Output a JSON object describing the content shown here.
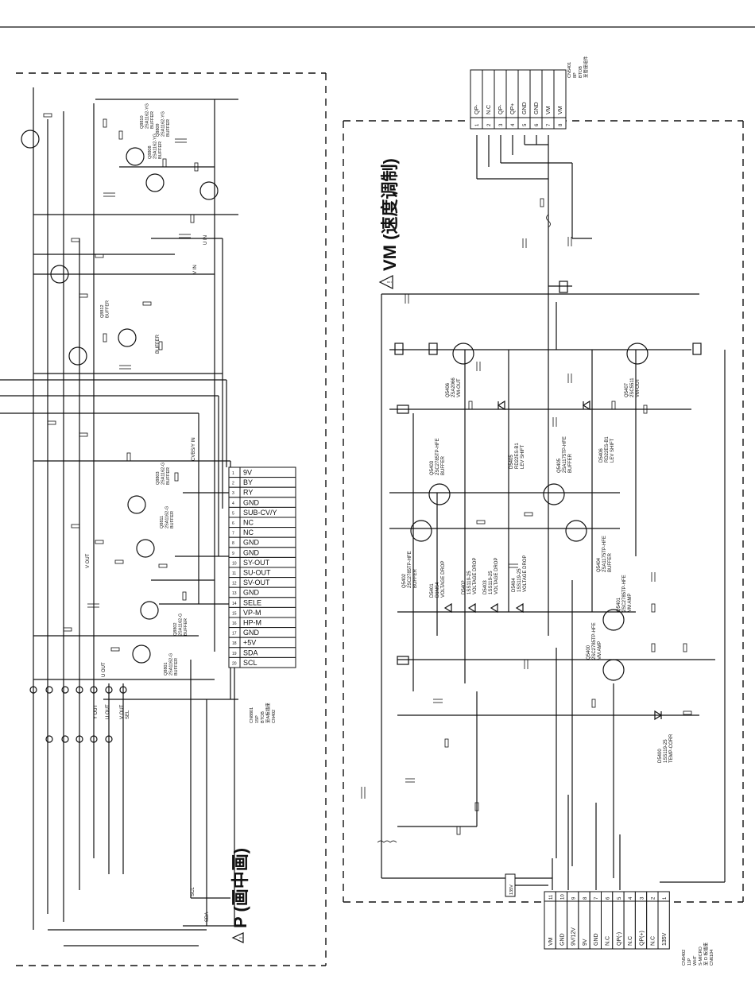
{
  "sections": {
    "left_title": "P (画中画)",
    "right_title": "VM (速度调制)"
  },
  "connector_left": {
    "name": "CN8801",
    "caption": "CN8801\n15P\nBTOB\n至A板插座\nCN402",
    "pins": [
      {
        "num": "1",
        "label": "9V"
      },
      {
        "num": "2",
        "label": "BY"
      },
      {
        "num": "3",
        "label": "RY"
      },
      {
        "num": "4",
        "label": "GND"
      },
      {
        "num": "5",
        "label": "SUB-CV/Y"
      },
      {
        "num": "6",
        "label": "NC"
      },
      {
        "num": "7",
        "label": "NC"
      },
      {
        "num": "8",
        "label": "GND"
      },
      {
        "num": "9",
        "label": "GND"
      },
      {
        "num": "10",
        "label": "SY-OUT"
      },
      {
        "num": "11",
        "label": "SU-OUT"
      },
      {
        "num": "12",
        "label": "SV-OUT"
      },
      {
        "num": "13",
        "label": "GND"
      },
      {
        "num": "14",
        "label": "SELE"
      },
      {
        "num": "15",
        "label": "VP-M"
      },
      {
        "num": "16",
        "label": "HP-M"
      },
      {
        "num": "17",
        "label": "GND"
      },
      {
        "num": "18",
        "label": "+5V"
      },
      {
        "num": "19",
        "label": "SDA"
      },
      {
        "num": "20",
        "label": "SCL"
      }
    ]
  },
  "connector_top": {
    "name": "CN5401",
    "caption": "CN5401\n8P\nBTOB\n至管座组件",
    "pins": [
      {
        "num": "1",
        "label": "QP-"
      },
      {
        "num": "2",
        "label": "N.C"
      },
      {
        "num": "3",
        "label": "QP-"
      },
      {
        "num": "4",
        "label": "QP+"
      },
      {
        "num": "5",
        "label": "GND"
      },
      {
        "num": "6",
        "label": "GND"
      },
      {
        "num": "7",
        "label": "VM"
      },
      {
        "num": "8",
        "label": "VM"
      }
    ]
  },
  "connector_bottom": {
    "name": "CN5402",
    "caption": "CN5402\n11P\nWHT\nS-MICRO\n至 D 板插座\nCN6104",
    "pins": [
      {
        "num": "11",
        "label": "VM"
      },
      {
        "num": "10",
        "label": "GND"
      },
      {
        "num": "9",
        "label": "9V/12V"
      },
      {
        "num": "8",
        "label": "9V"
      },
      {
        "num": "7",
        "label": "GND"
      },
      {
        "num": "6",
        "label": "N.C"
      },
      {
        "num": "5",
        "label": "QP(-)"
      },
      {
        "num": "4",
        "label": "N.C"
      },
      {
        "num": "3",
        "label": "QP(+)"
      },
      {
        "num": "2",
        "label": "N.C"
      },
      {
        "num": "1",
        "label": "135V"
      }
    ]
  },
  "supply_tag": "135V",
  "left_signals": [
    "U OUT",
    "V OUT",
    "CVBS/Y IN",
    "SDA",
    "SCL",
    "V IN",
    "U IN",
    "BUFFER",
    "Y OUT",
    "U OUT",
    "V OUT",
    "SEL"
  ],
  "vm_components": [
    {
      "ref": "Q5406",
      "text": "Q5406\n2SA2066\nVM-OUT"
    },
    {
      "ref": "Q5407",
      "text": "Q5407\n2SC5511\nVM-OUT"
    },
    {
      "ref": "Q5403",
      "text": "Q5403\n2SC2785TP-HFE\nBUFFER"
    },
    {
      "ref": "Q5405",
      "text": "Q5405\n2SA1175TP-HFE\nBUFFER"
    },
    {
      "ref": "Q5402",
      "text": "Q5402\n2SC2785TP-HFE\nBUFFER"
    },
    {
      "ref": "Q5404",
      "text": "Q5404\n2SA1175TP-HFE\nBUFFER"
    },
    {
      "ref": "Q5401",
      "text": "Q5401\n2SC2785TP-HFE\nVM AMP"
    },
    {
      "ref": "Q5400",
      "text": "Q5400\n2SC2785TP-HFE\nVM AMP"
    },
    {
      "ref": "D5401",
      "text": "D5401\nD1NS4\nVOLTAGE DROP"
    },
    {
      "ref": "D5402",
      "text": "D5402\n1SS119-25\nVOLTAGE DROP"
    },
    {
      "ref": "D5403",
      "text": "D5403\n1SS119-25\nVOLTAGE DROP"
    },
    {
      "ref": "D5404",
      "text": "D5404\n1SS119-25\nVOLTAGE DROP"
    },
    {
      "ref": "D5405",
      "text": "D5405\nRD22ES-B1\nLEV SHIFT"
    },
    {
      "ref": "D5406",
      "text": "D5406\nRD22ES-B1\nLEV SHIFT"
    },
    {
      "ref": "D5400",
      "text": "D5400\n1SS119-25\nTEMP-CORR"
    }
  ],
  "pip_components": [
    {
      "ref": "Q8808",
      "text": "Q8808\n2SA1162-YG\nBUFFER"
    },
    {
      "ref": "Q8809",
      "text": "Q8809\n2SA1162-YG\nBUFFER"
    },
    {
      "ref": "Q8810",
      "text": "Q8810\n2SA1162-YG\nBUFFER"
    },
    {
      "ref": "Q8812",
      "text": "Q8812\nBUFFER"
    },
    {
      "ref": "Q8803",
      "text": "Q8803\n2SA1162-G\nBUFFER"
    },
    {
      "ref": "Q8811",
      "text": "Q8811\n2SA1162-G\nBUFFER"
    },
    {
      "ref": "Q8801",
      "text": "Q8801\n2SA1162-G\nBUFFER"
    },
    {
      "ref": "Q8802",
      "text": "Q8802\n2SA1162-G\nBUFFER"
    }
  ]
}
